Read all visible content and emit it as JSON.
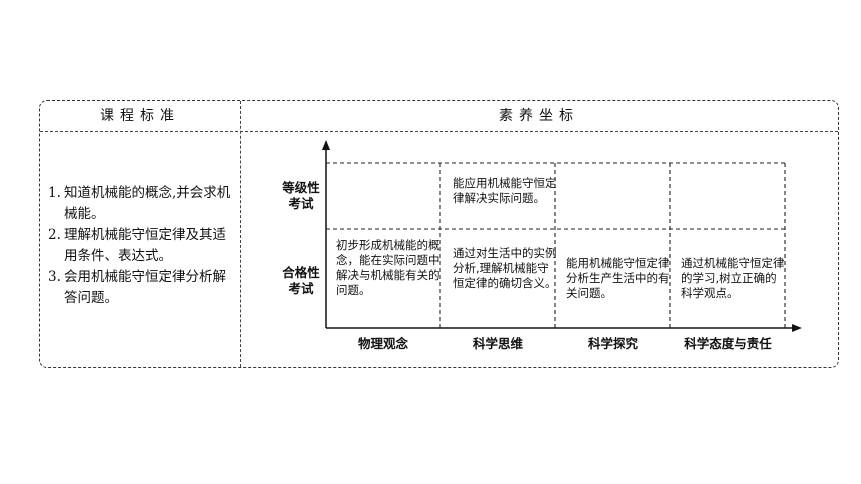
{
  "header": {
    "left_title": "课程标准",
    "right_title": "素养坐标"
  },
  "standards": [
    {
      "num": "1.",
      "text": "知道机械能的概念,并会求机械能。"
    },
    {
      "num": "2.",
      "text": "理解机械能守恒定律及其适用条件、表达式。"
    },
    {
      "num": "3.",
      "text": "会用机械能守恒定律分析解答问题。"
    }
  ],
  "grid": {
    "levels": {
      "upper": [
        "等级性",
        "考试"
      ],
      "lower": [
        "合格性",
        "考试"
      ]
    },
    "columns": [
      "物理观念",
      "科学思维",
      "科学探究",
      "科学态度与责任"
    ],
    "upper_cells": [
      "",
      "能应用机械能守恒定律解决实际问题。",
      "",
      ""
    ],
    "lower_cells": [
      "初步形成机械能的概念，能在实际问题中解决与机械能有关的问题。",
      "通过对生活中的实例分析,理解机械能守恒定律的确切含义。",
      "能用机械能守恒定律分析生产生活中的有关问题。",
      "通过机械能守恒定律的学习,树立正确的科学观点。"
    ]
  }
}
